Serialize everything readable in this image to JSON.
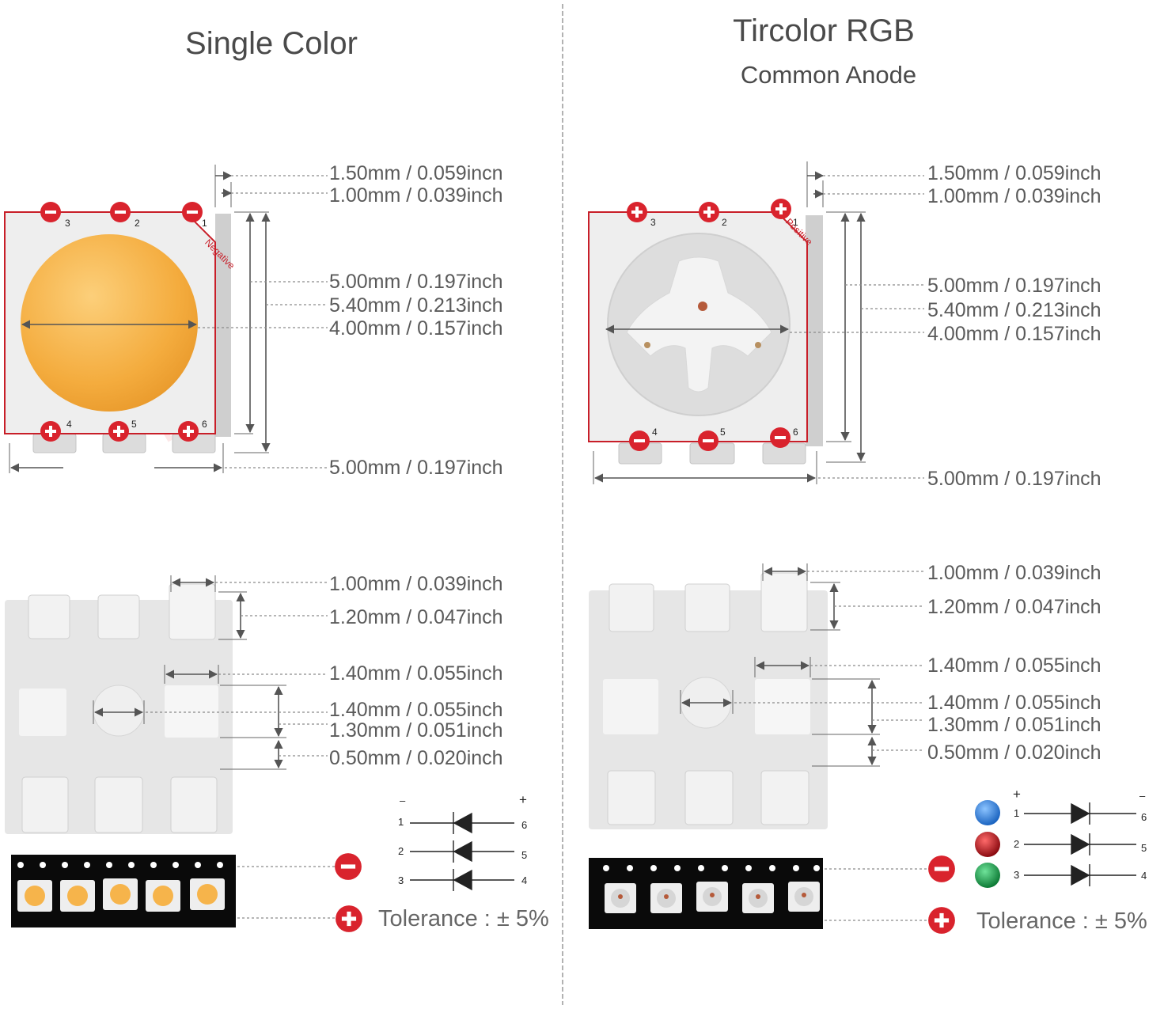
{
  "colors": {
    "negative": "#d9232d",
    "positive": "#d9232d",
    "led_yellow": "#f6b44b",
    "body": "#e9e9e9",
    "outline_red": "#c81e28",
    "blue": "#2e7fd6",
    "red": "#b8141c",
    "green": "#1f9b4a"
  },
  "left": {
    "title": "Single Color",
    "corner_label": "Negative",
    "top_pins": [
      "3",
      "2",
      "1"
    ],
    "bottom_pins": [
      "4",
      "5",
      "6"
    ],
    "top_dims": [
      "1.50mm / 0.059incn",
      "1.00mm / 0.039inch",
      "5.00mm / 0.197inch",
      "5.40mm / 0.213inch",
      "4.00mm / 0.157inch",
      "5.00mm / 0.197inch"
    ],
    "bottom_dims": [
      "1.00mm / 0.039inch",
      "1.20mm / 0.047inch",
      "1.40mm / 0.055inch",
      "1.40mm / 0.055inch",
      "1.30mm / 0.051inch",
      "0.50mm / 0.020inch"
    ],
    "schematic": {
      "minus": "–",
      "plus": "+",
      "left_pins": [
        "1",
        "2",
        "3"
      ],
      "right_pins": [
        "6",
        "5",
        "4"
      ]
    },
    "tolerance": "Tolerance : ± 5%"
  },
  "right": {
    "title": "Tircolor RGB",
    "subtitle": "Common Anode",
    "corner_label": "Positive",
    "top_pins": [
      "3",
      "2",
      "1"
    ],
    "bottom_pins": [
      "4",
      "5",
      "6"
    ],
    "top_dims": [
      "1.50mm / 0.059inch",
      "1.00mm / 0.039inch",
      "5.00mm / 0.197inch",
      "5.40mm / 0.213inch",
      "4.00mm / 0.157inch",
      "5.00mm / 0.197inch"
    ],
    "bottom_dims": [
      "1.00mm / 0.039inch",
      "1.20mm / 0.047inch",
      "1.40mm / 0.055inch",
      "1.40mm / 0.055inch",
      "1.30mm / 0.051inch",
      "0.50mm / 0.020inch"
    ],
    "schematic": {
      "plus": "+",
      "minus": "–",
      "left_pins": [
        "1",
        "2",
        "3"
      ],
      "right_pins": [
        "6",
        "5",
        "4"
      ]
    },
    "tolerance": "Tolerance : ± 5%"
  }
}
